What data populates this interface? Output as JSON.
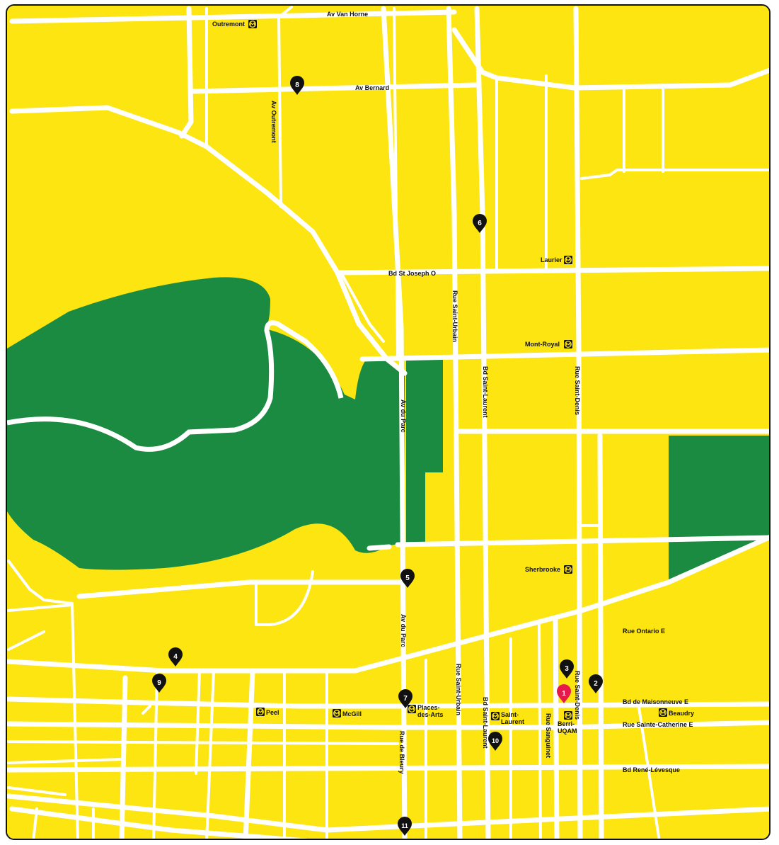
{
  "colors": {
    "land": "#fce511",
    "park": "#1a8b40",
    "road": "#ffffff",
    "pin": "#111111",
    "pin_highlight": "#e5194a",
    "metro_icon": "#fce511"
  },
  "icons": {
    "metro": "metro-icon",
    "pin": "map-pin-icon"
  },
  "streets": {
    "av_van_horne": "Av Van Horne",
    "av_bernard": "Av Bernard",
    "av_outremont": "Av Outremont",
    "bd_st_joseph": "Bd St Joseph O",
    "rue_saint_urbain_north": "Rue Saint-Urbain",
    "bd_saint_laurent_north": "Bd Saint-Laurent",
    "rue_saint_denis_north": "Rue Saint-Denis",
    "av_du_parc_north": "Av du Parc",
    "av_du_parc_south": "Av du Parc",
    "rue_ontario": "Rue Ontario E",
    "rue_saint_denis_south": "Rue Saint-Denis",
    "bd_maisonneuve": "Bd de Maisonneuve E",
    "rue_sainte_catherine": "Rue Sainte-Catherine E",
    "rue_saint_urbain_south": "Rue Saint-Urbain",
    "bd_saint_laurent_south": "Bd Saint-Laurent",
    "rue_sanguinet": "Rue Sanguinet",
    "rue_de_bleury": "Rue de Bleury",
    "bd_rene_levesque": "Bd René-Lévesque"
  },
  "stations": {
    "outremont": "Outremont",
    "laurier": "Laurier",
    "mont_royal": "Mont-Royal",
    "sherbrooke": "Sherbrooke",
    "peel": "Peel",
    "mcgill": "McGill",
    "places_des_arts_1": "Places-",
    "places_des_arts_2": "des-Arts",
    "saint_laurent_1": "Saint-",
    "saint_laurent_2": "Laurent",
    "berri_uqam_1": "Berri-",
    "berri_uqam_2": "UQAM",
    "beaudry": "Beaudry"
  },
  "markers": [
    {
      "number": "1",
      "highlight": true
    },
    {
      "number": "2",
      "highlight": false
    },
    {
      "number": "3",
      "highlight": false
    },
    {
      "number": "4",
      "highlight": false
    },
    {
      "number": "5",
      "highlight": false
    },
    {
      "number": "6",
      "highlight": false
    },
    {
      "number": "7",
      "highlight": false
    },
    {
      "number": "8",
      "highlight": false
    },
    {
      "number": "9",
      "highlight": false
    },
    {
      "number": "10",
      "highlight": false
    },
    {
      "number": "11",
      "highlight": false
    }
  ]
}
